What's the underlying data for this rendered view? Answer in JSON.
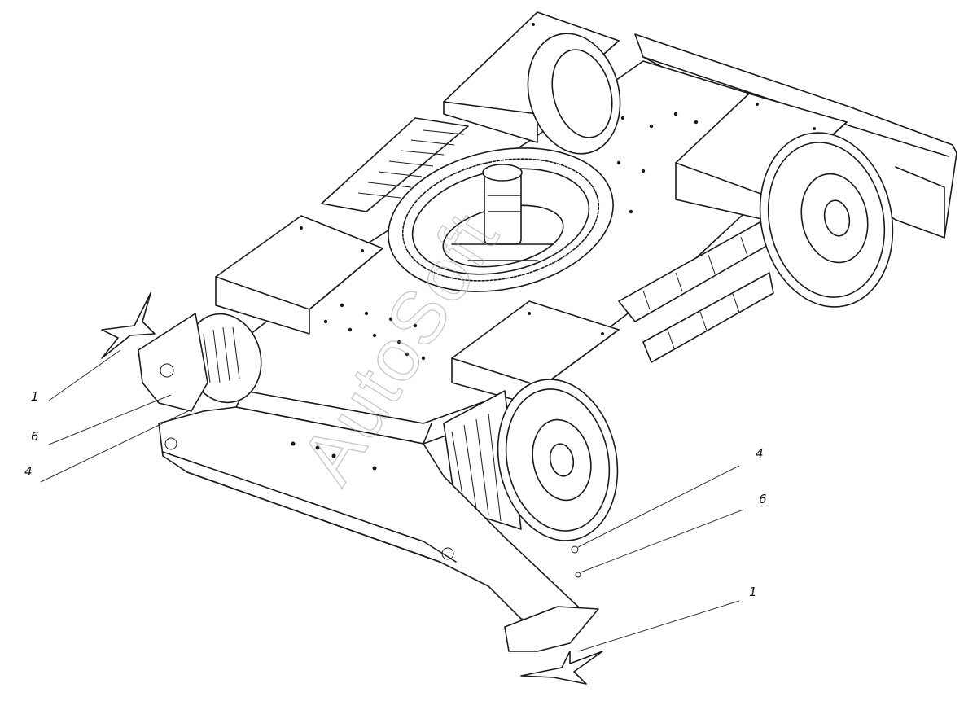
{
  "callouts": [
    {
      "id": "left-1",
      "label": "1"
    },
    {
      "id": "left-6",
      "label": "6"
    },
    {
      "id": "left-4",
      "label": "4"
    },
    {
      "id": "right-4",
      "label": "4"
    },
    {
      "id": "right-6",
      "label": "6"
    },
    {
      "id": "right-1",
      "label": "1"
    }
  ],
  "watermark": "AutoSoft",
  "colors": {
    "line": "#1a1a1a",
    "background": "#ffffff",
    "watermark": "#9a9a9a"
  }
}
